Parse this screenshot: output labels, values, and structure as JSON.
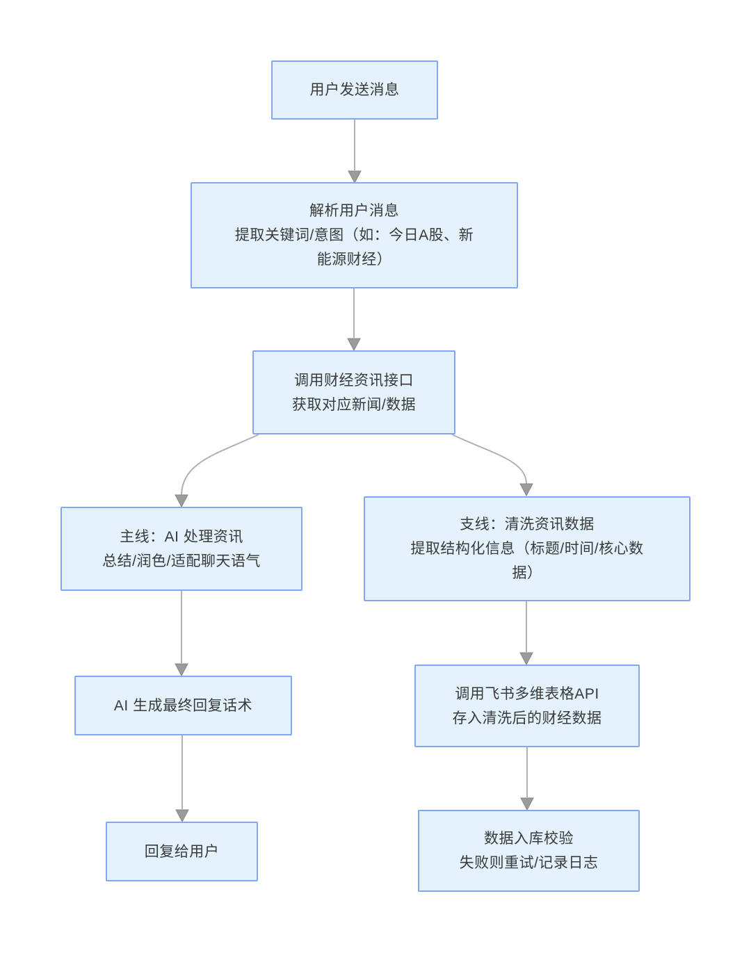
{
  "diagram": {
    "type": "flowchart",
    "colors": {
      "node_fill": "#e3f2fc",
      "node_border": "#82a6f2",
      "node_text": "#3a3a3a",
      "edge_line": "#b1b1b1",
      "edge_head": "#9b9b9b",
      "page_bg": "#ffffff"
    },
    "nodes": {
      "user_send": {
        "lines": [
          "用户发送消息"
        ]
      },
      "parse_message": {
        "lines": [
          "解析用户消息",
          "提取关键词/意图（如：今日A股、新",
          "能源财经）"
        ]
      },
      "call_finance_api": {
        "lines": [
          "调用财经资讯接口",
          "获取对应新闻/数据"
        ]
      },
      "main_ai_process": {
        "lines": [
          "主线：AI 处理资讯",
          "总结/润色/适配聊天语气"
        ]
      },
      "branch_clean_data": {
        "lines": [
          "支线：清洗资讯数据",
          "提取结构化信息（标题/时间/核心数",
          "据）"
        ]
      },
      "ai_generate_reply": {
        "lines": [
          "AI 生成最终回复话术"
        ]
      },
      "call_feishu_api": {
        "lines": [
          "调用飞书多维表格API",
          "存入清洗后的财经数据"
        ]
      },
      "reply_to_user": {
        "lines": [
          "回复给用户"
        ]
      },
      "data_validation": {
        "lines": [
          "数据入库校验",
          "失败则重试/记录日志"
        ]
      }
    },
    "edges": [
      "user_send -> parse_message",
      "parse_message -> call_finance_api",
      "call_finance_api -> main_ai_process",
      "call_finance_api -> branch_clean_data",
      "main_ai_process -> ai_generate_reply",
      "ai_generate_reply -> reply_to_user",
      "branch_clean_data -> call_feishu_api",
      "call_feishu_api -> data_validation"
    ]
  }
}
